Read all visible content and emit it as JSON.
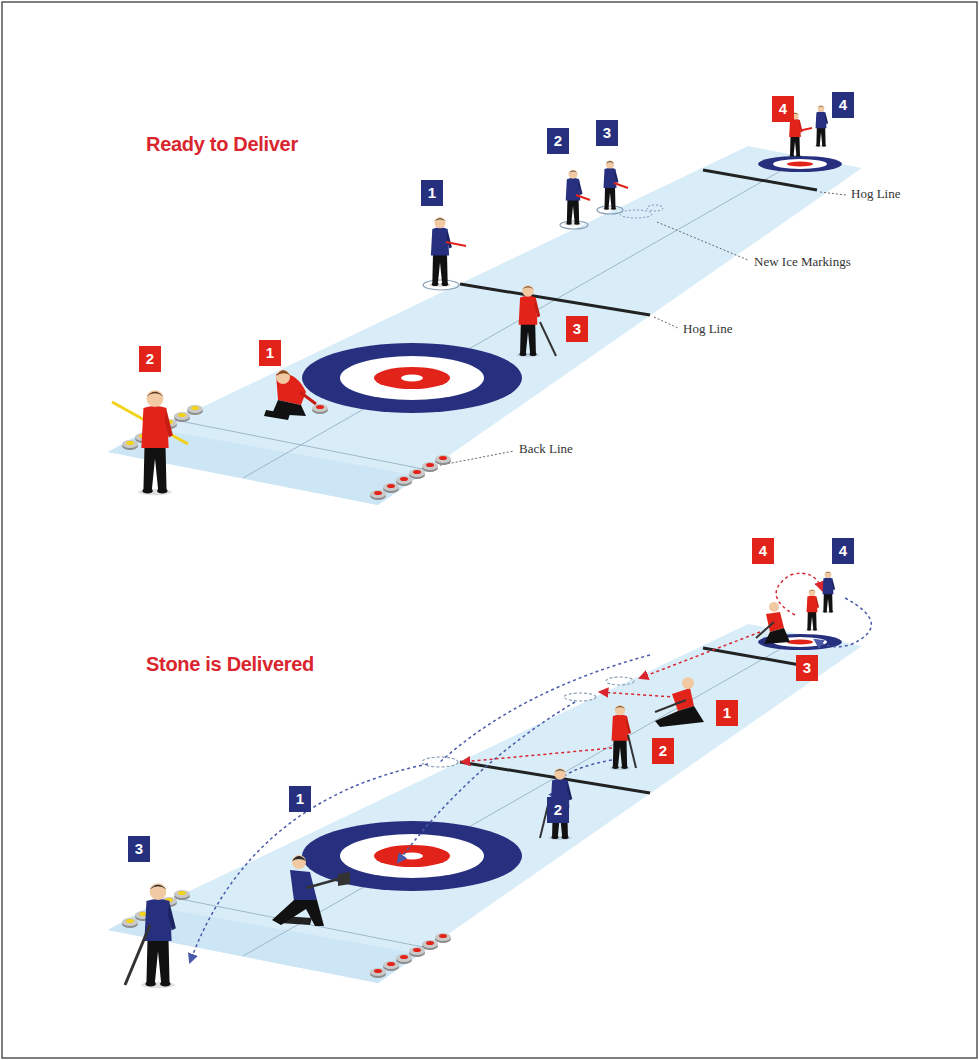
{
  "diagram": {
    "labels": [
      "Ready to Deliver",
      "4",
      "4",
      "2",
      "3",
      "Hog Line",
      "1",
      "New Ice Markings",
      "3",
      "Hog Line",
      "2",
      "1",
      "Back Line",
      "Stone is Delivered",
      "4",
      "4",
      "3",
      "1",
      "2",
      "1",
      "3",
      "2"
    ]
  }
}
